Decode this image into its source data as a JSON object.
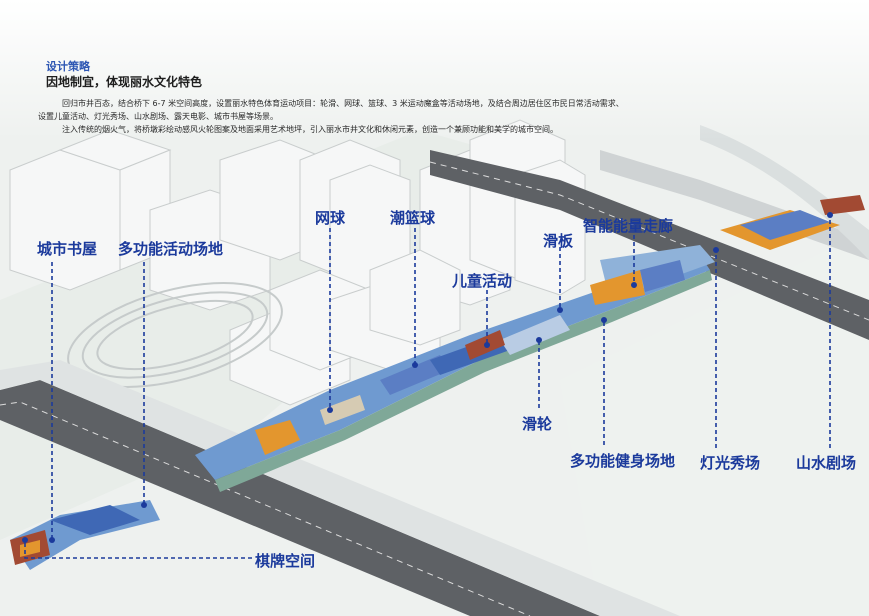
{
  "header": {
    "title": "设计策略",
    "subtitle": "因地制宜，体现丽水文化特色",
    "paragraph_1": "回归市井百态，结合桥下 6-7 米空间高度，设置丽水特色体育运动项目：轮滑、网球、篮球、3 米运动魔盒等活动场地，及结合周边居住区市民日常活动需求、",
    "paragraph_2": "设置儿童活动、灯光秀场、山水剧场、露天电影、城市书屋等场景。",
    "paragraph_3": "注入传统的烟火气，将桥墩彩绘动感风火轮图案及地面采用艺术地坪，引入丽水市井文化和休闲元素，创造一个兼顾功能和美学的城市空间。"
  },
  "labels": {
    "city_bookhouse": "城市书屋",
    "multi_activity": "多功能活动场地",
    "tennis": "网球",
    "basketball": "潮篮球",
    "kids": "儿童活动",
    "skateboard": "滑板",
    "smart_corridor": "智能能量走廊",
    "roller": "滑轮",
    "fitness": "多功能健身场地",
    "light_show": "灯光秀场",
    "landscape_theater": "山水剧场",
    "chess": "棋牌空间"
  },
  "colors": {
    "accent_blue": "#1b3a9c",
    "title_blue": "#2d56b3",
    "road": "#5e6165",
    "deck_blue": "#6f9ad0",
    "deck_green": "#7fa898",
    "orange": "#e3962e",
    "building": "#f1f3f3"
  }
}
